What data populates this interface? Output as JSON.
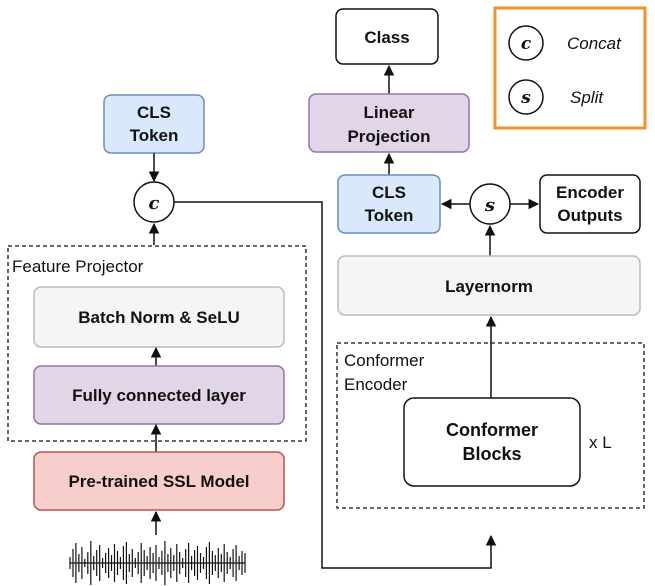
{
  "legend": {
    "concat_symbol": "c",
    "concat_label": "Concat",
    "split_symbol": "s",
    "split_label": "Split",
    "border_color": "#f0932b"
  },
  "left": {
    "cls_token": [
      "CLS",
      "Token"
    ],
    "concat_symbol": "c",
    "feature_projector_label": "Feature Projector",
    "batch_norm": "Batch Norm & SeLU",
    "fully_connected": "Fully connected layer",
    "ssl_model": "Pre-trained SSL Model"
  },
  "right": {
    "class": "Class",
    "linear_projection": [
      "Linear",
      "Projection"
    ],
    "cls_token": [
      "CLS",
      "Token"
    ],
    "split_symbol": "s",
    "encoder_outputs": [
      "Encoder",
      "Outputs"
    ],
    "layernorm": "Layernorm",
    "conformer_encoder_label": [
      "Conformer",
      "Encoder"
    ],
    "conformer_blocks": [
      "Conformer",
      "Blocks"
    ],
    "repeat": "x L"
  },
  "colors": {
    "blue_fill": "#dae8fc",
    "blue_stroke": "#6c8ebf",
    "purple_fill": "#e1d5e7",
    "purple_stroke": "#9673a6",
    "red_fill": "#f8cecc",
    "red_stroke": "#b85450",
    "gray_fill": "#f5f5f5",
    "gray_stroke": "#bbbbbb"
  },
  "icons": {
    "waveform": "audio-waveform-icon"
  }
}
